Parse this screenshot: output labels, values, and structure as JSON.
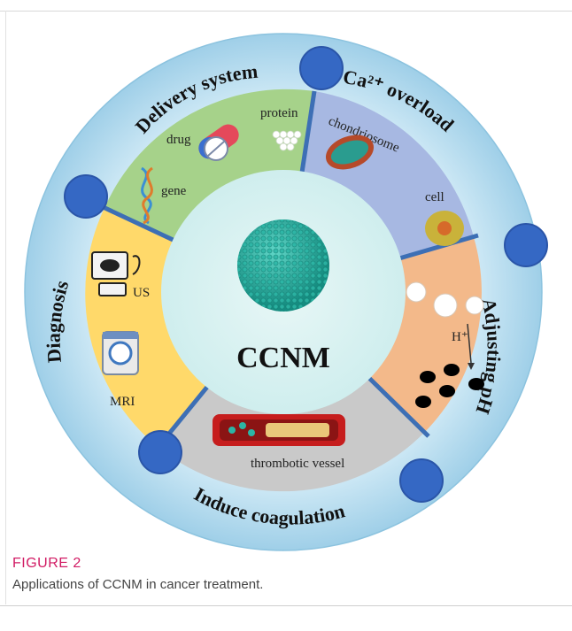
{
  "diagram": {
    "center": "CCNM",
    "sectors": {
      "delivery": "Delivery system",
      "calcium": "Ca²⁺ overload",
      "ph": "Adjusting pH",
      "coagulation": "Induce coagulation",
      "diagnosis": "Diagnosis"
    },
    "items": {
      "drug": "drug",
      "protein": "protein",
      "gene": "gene",
      "chondriosome": "chondriosome",
      "cell": "cell",
      "h_plus": "H⁺",
      "thrombotic_vessel": "thrombotic vessel",
      "us": "US",
      "mri": "MRI"
    }
  },
  "caption": {
    "label": "FIGURE 2",
    "text": "Applications of CCNM in cancer treatment."
  }
}
